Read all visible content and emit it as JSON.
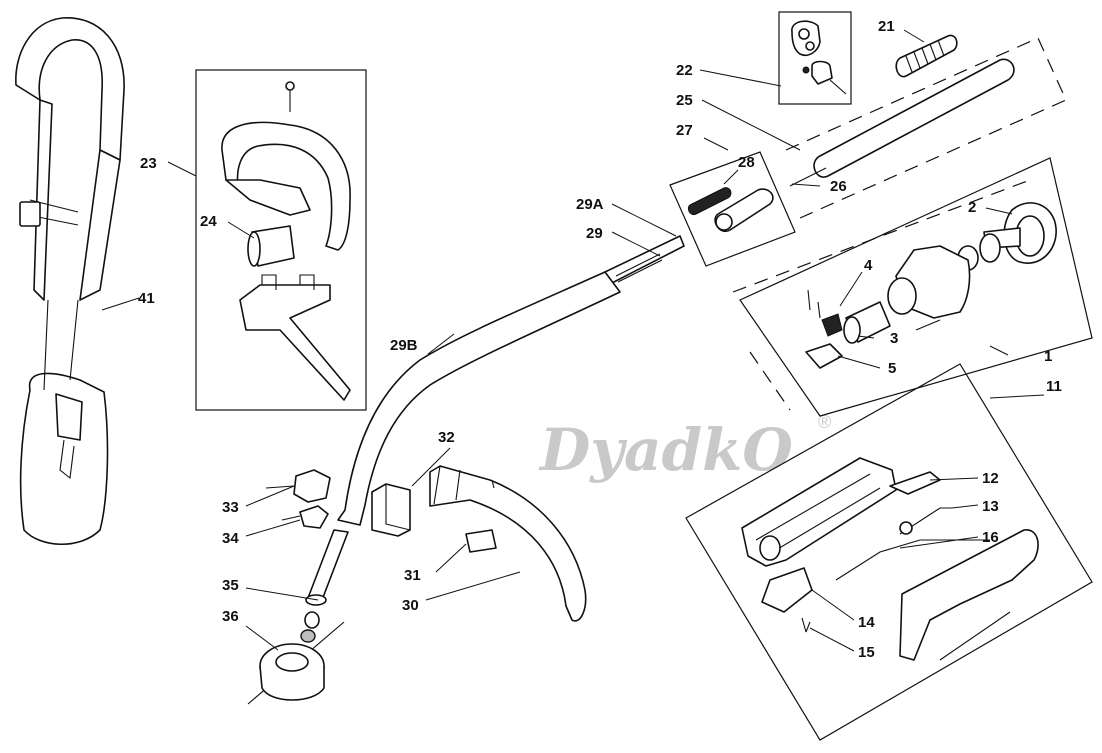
{
  "watermark": {
    "text": "DyadkO",
    "mark": "®"
  },
  "callouts": {
    "c1": "1",
    "c2": "2",
    "c3": "3",
    "c4": "4",
    "c5": "5",
    "c11": "11",
    "c12": "12",
    "c13": "13",
    "c14": "14",
    "c15": "15",
    "c16": "16",
    "c21": "21",
    "c22": "22",
    "c23": "23",
    "c24": "24",
    "c25": "25",
    "c26": "26",
    "c27": "27",
    "c28": "28",
    "c29": "29",
    "c29a": "29A",
    "c29b": "29B",
    "c30": "30",
    "c31": "31",
    "c32": "32",
    "c33": "33",
    "c34": "34",
    "c35": "35",
    "c36": "36",
    "c41": "41"
  },
  "colors": {
    "line": "#111111",
    "watermark": "#c9c9c9",
    "background": "#ffffff"
  }
}
